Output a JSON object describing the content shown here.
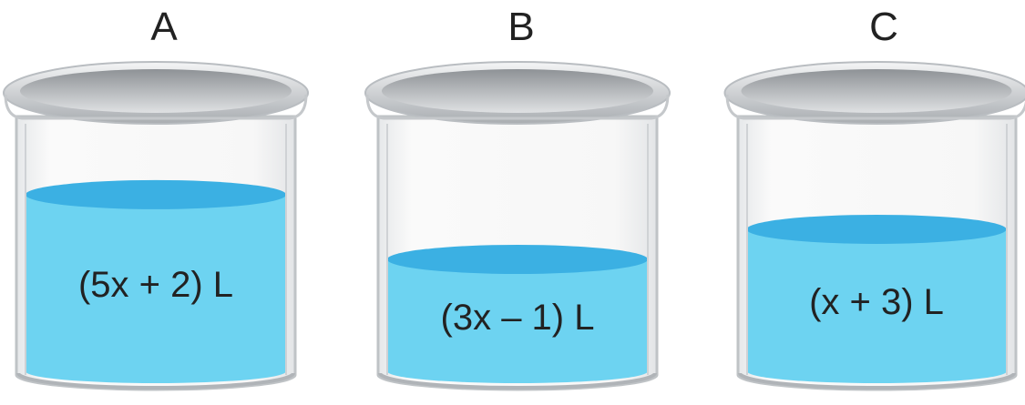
{
  "beakers": [
    {
      "label": "A",
      "volume": "(5x + 2) L",
      "fill_fraction": 0.78
    },
    {
      "label": "B",
      "volume": "(3x – 1) L",
      "fill_fraction": 0.5
    },
    {
      "label": "C",
      "volume": "(x + 3) L",
      "fill_fraction": 0.63
    }
  ],
  "colors": {
    "liquid": "#6dd3f1",
    "liquid_surface": "#3bb0e3",
    "glass_edge": "#bfc3c6",
    "rim": "#d6d8da"
  }
}
